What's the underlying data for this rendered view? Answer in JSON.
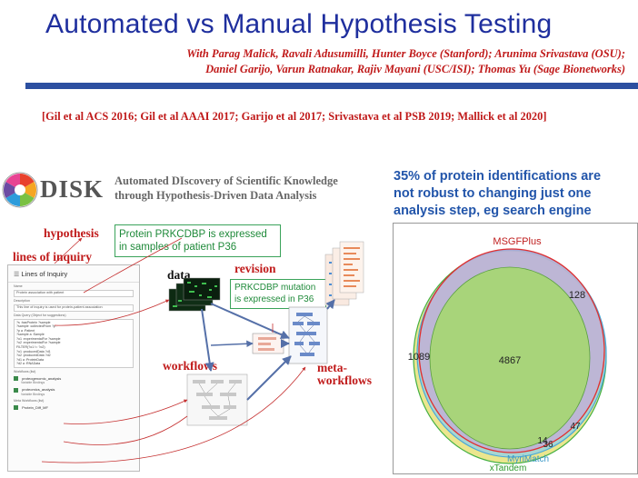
{
  "slide": {
    "title": "Automated vs Manual Hypothesis Testing",
    "authors_line1": "With Parag Malick, Ravali Adusumilli, Hunter Boyce (Stanford); Arunima Srivastava (OSU);",
    "authors_line2": "Daniel Garijo, Varun Ratnakar, Rajiv Mayani (USC/ISI); Thomas Yu (Sage Bionetworks)",
    "references": "[Gil et al ACS 2016; Gil et al AAAI 2017; Garijo et al 2017; Srivastava et al PSB 2019; Mallick et al 2020]"
  },
  "disk": {
    "name": "DISK",
    "subtitle_line1": "Automated DIscovery of Scientific Knowledge",
    "subtitle_line2": "through Hypothesis-Driven Data Analysis",
    "logo_colors": [
      "#e8412c",
      "#f5a623",
      "#7ac143",
      "#2d9cdb",
      "#6c4ba3",
      "#e84393"
    ]
  },
  "diagram": {
    "labels": {
      "hypothesis": "hypothesis",
      "lines_of_inquiry": "lines of inquiry",
      "data": "data",
      "revision": "revision",
      "workflows": "workflows",
      "meta_workflows_1": "meta-",
      "meta_workflows_2": "workflows"
    },
    "hypothesis_box_line1": "Protein PRKCDBP is expressed",
    "hypothesis_box_line2": "in samples of patient P36",
    "revision_box_line1": "PRKCDBP mutation",
    "revision_box_line2": "is expressed in P36",
    "loi_panel": {
      "title": "Lines of Inquiry",
      "name_label": "Name",
      "name_value": "Protein association with patient",
      "desc_label": "Description",
      "desc_value": "This line of inquiry is used for protein-patient association",
      "query_label": "Data Query (Object for suggestions)",
      "query_lines": [
        "?s  :hasProtein ?sample",
        "?sample  :collectedFrom ?p .",
        "?p  a  :Patient",
        "?sample  a  :Sample",
        "?o1  :experimentalFor ?sample",
        "?o2  :experimentalFor ?sample",
        "FILTER(?o1 != ?o2)",
        "?o1  :producedData ?d1",
        "?o2  :producedData ?d2",
        "?d1  a  :ProteinData",
        "?d2  a  :RNAData"
      ],
      "workflows_label": "Workflows (list)",
      "workflow_1": "proteogenomic_analysis",
      "workflow_1_binding": "Variable Bindings",
      "workflow_2": "proteomics_analysis",
      "workflow_2_binding": "Variable Bindings",
      "meta_label": "Meta Workflows (list)",
      "meta_1": "Protein_Diff_MF"
    }
  },
  "stat": {
    "line1": "35% of protein identifications are",
    "line2": "not robust to changing just one",
    "line3": "analysis step, eg search engine"
  },
  "venn": {
    "sets": [
      "MSGFPlus",
      "MyriMatch",
      "xTandem"
    ],
    "colors": {
      "MSGFPlus": "#e03030",
      "MyriMatch": "#4aa8d8",
      "xTandem": "#44b044"
    },
    "counts": {
      "center": "4867",
      "top_right": "128",
      "left": "1089",
      "bottom_right": "47",
      "bottom_a": "14",
      "bottom_b": "36"
    }
  }
}
